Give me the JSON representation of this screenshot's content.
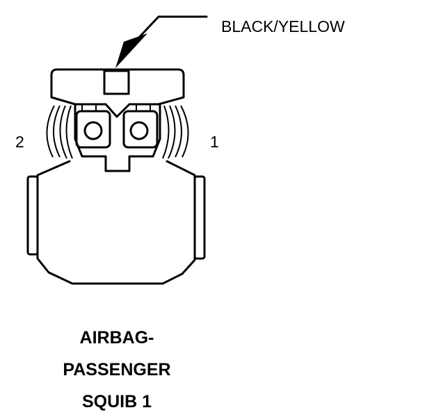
{
  "connector": {
    "wire_label": "BLACK/YELLOW",
    "pins": [
      {
        "number": "2"
      },
      {
        "number": "1"
      }
    ],
    "title_lines": [
      "AIRBAG-",
      "PASSENGER",
      "SQUIB 1"
    ]
  },
  "colors": {
    "line": "#000000",
    "background": "#ffffff"
  }
}
